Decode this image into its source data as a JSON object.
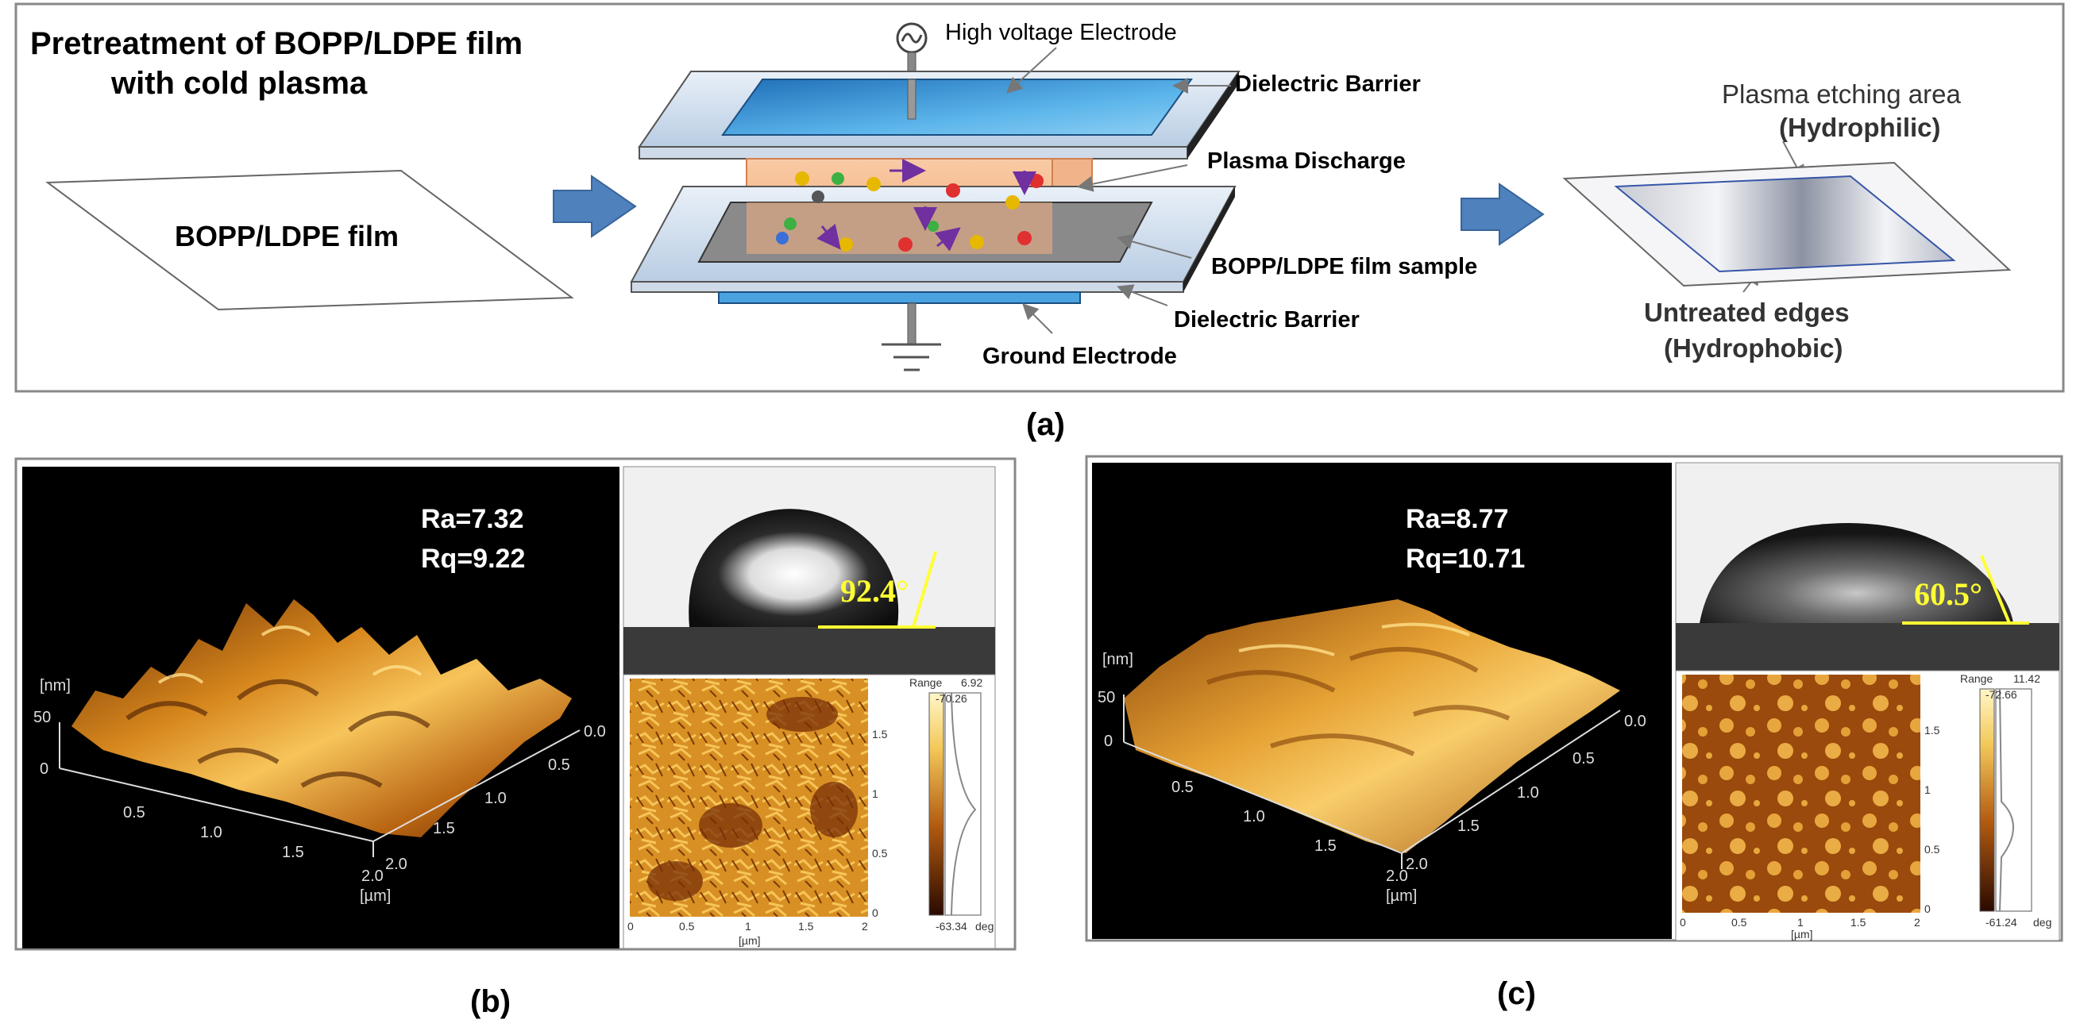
{
  "panel_a": {
    "title_line1": "Pretreatment of BOPP/LDPE film",
    "title_line2": "with cold plasma",
    "film_label": "BOPP/LDPE  film",
    "labels": {
      "high_voltage": "High voltage Electrode",
      "dielectric_top": "Dielectric Barrier",
      "plasma_discharge": "Plasma Discharge",
      "film_sample": "BOPP/LDPE film sample",
      "dielectric_bottom": "Dielectric Barrier",
      "ground": "Ground Electrode",
      "etching_area": "Plasma etching area",
      "hydrophilic": "(Hydrophilic)",
      "untreated": "Untreated edges",
      "hydrophobic": "(Hydrophobic)"
    },
    "caption": "(a)"
  },
  "panel_b": {
    "ra": "Ra=7.32",
    "rq": "Rq=9.22",
    "angle": "92.4°",
    "z_unit": "[nm]",
    "z_ticks": [
      "50",
      "0"
    ],
    "x_ticks": [
      "0.5",
      "1.0",
      "1.5",
      "2.0"
    ],
    "y_ticks": [
      "0.0",
      "0.5",
      "1.0",
      "1.5",
      "2.0"
    ],
    "xy_unit": "[µm]",
    "phase": {
      "range_label": "Range",
      "range_value": "6.92",
      "max": "-70.26",
      "min": "-63.34",
      "deg": "deg",
      "y_ticks": [
        "1.5",
        "1",
        "0.5",
        "0"
      ],
      "x_ticks": [
        "0",
        "0.5",
        "1",
        "1.5",
        "2"
      ],
      "unit": "[µm]"
    },
    "caption": "(b)"
  },
  "panel_c": {
    "ra": "Ra=8.77",
    "rq": "Rq=10.71",
    "angle": "60.5°",
    "z_unit": "[nm]",
    "z_ticks": [
      "50",
      "0"
    ],
    "x_ticks": [
      "0.5",
      "1.0",
      "1.5",
      "2.0"
    ],
    "y_ticks": [
      "0.0",
      "0.5",
      "1.0",
      "1.5",
      "2.0"
    ],
    "xy_unit": "[µm]",
    "phase": {
      "range_label": "Range",
      "range_value": "11.42",
      "max": "-72.66",
      "min": "-61.24",
      "deg": "deg",
      "y_ticks": [
        "1.5",
        "1",
        "0.5",
        "0"
      ],
      "x_ticks": [
        "0",
        "0.5",
        "1",
        "1.5",
        "2"
      ],
      "unit": "[µm]"
    },
    "caption": "(c)"
  },
  "colors": {
    "arrow_blue": "#4f81bd",
    "electrode_blue": "#4aa3df",
    "plasma_orange": "#f4b183",
    "afm_gold": "#e8a030",
    "angle_yellow": "#ffff33"
  }
}
